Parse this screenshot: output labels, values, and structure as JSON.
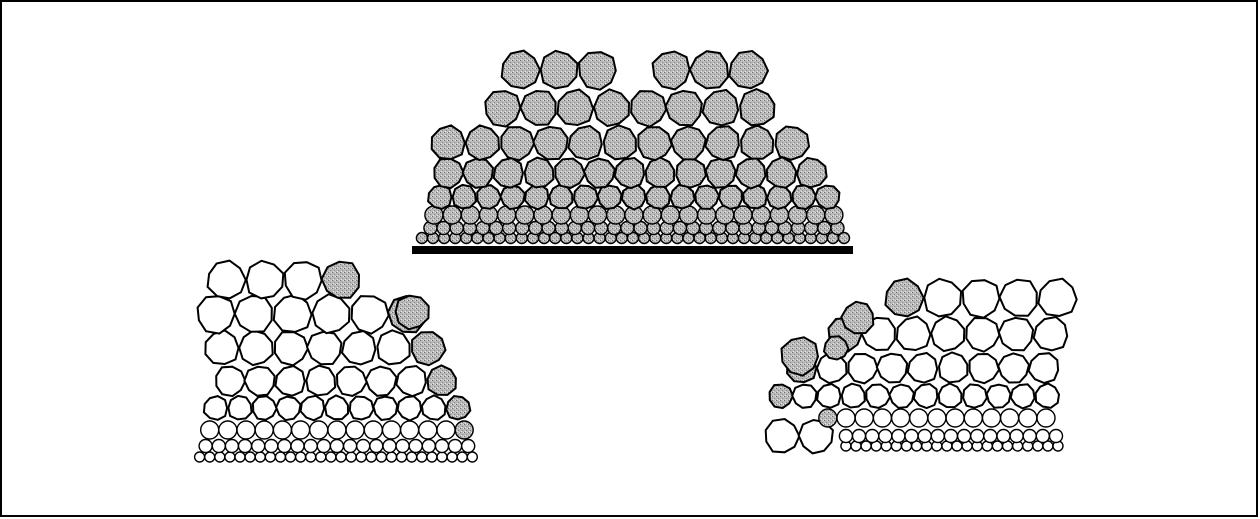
{
  "figure": {
    "caption": "",
    "colors": {
      "shaded_particle": "#b4b4b4",
      "shaded_particle_dark": "#8c8c8c",
      "open_particle": "#ffffff",
      "outline": "#000000",
      "base_bar": "#000000",
      "frame_border": "#000000"
    },
    "piles": [
      {
        "id": "top",
        "label": "",
        "shading": "all-shaded",
        "sorting": "graded-fine-at-base"
      },
      {
        "id": "bottom-left",
        "label": "",
        "shading": "shaded-on-right-flank",
        "sorting": "graded-fine-at-base"
      },
      {
        "id": "bottom-right",
        "label": "",
        "shading": "shaded-on-left-flank",
        "sorting": "graded-fine-at-base-coarse-left"
      }
    ]
  }
}
